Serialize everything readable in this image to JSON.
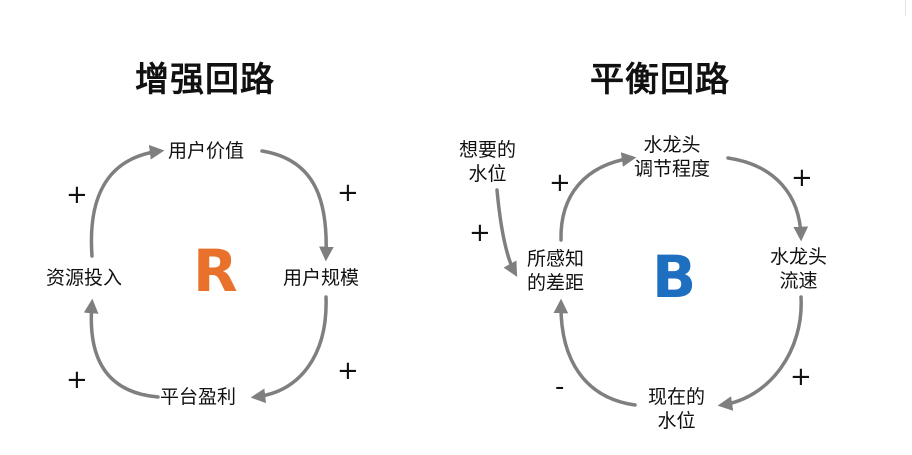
{
  "reinforcing_loop": {
    "title": "增强回路",
    "letter": "R",
    "letter_color": "#e8722c",
    "nodes": {
      "user_value": "用户价值",
      "user_scale": "用户规模",
      "platform_profit": "平台盈利",
      "resource_input": "资源投入"
    },
    "signs": [
      "+",
      "+",
      "+",
      "+"
    ]
  },
  "balancing_loop": {
    "title": "平衡回路",
    "letter": "B",
    "letter_color": "#1f6fc1",
    "nodes": {
      "faucet_adjustment": [
        "水龙头",
        "调节程度"
      ],
      "faucet_flow": [
        "水龙头",
        "流速"
      ],
      "current_level": [
        "现在的",
        "水位"
      ],
      "perceived_gap": [
        "所感知",
        "的差距"
      ],
      "desired_level": [
        "想要的",
        "水位"
      ]
    },
    "signs": [
      "+",
      "+",
      "+",
      "-",
      "+"
    ]
  },
  "colors": {
    "arrow": "#7f7f7f",
    "text": "#111111"
  }
}
